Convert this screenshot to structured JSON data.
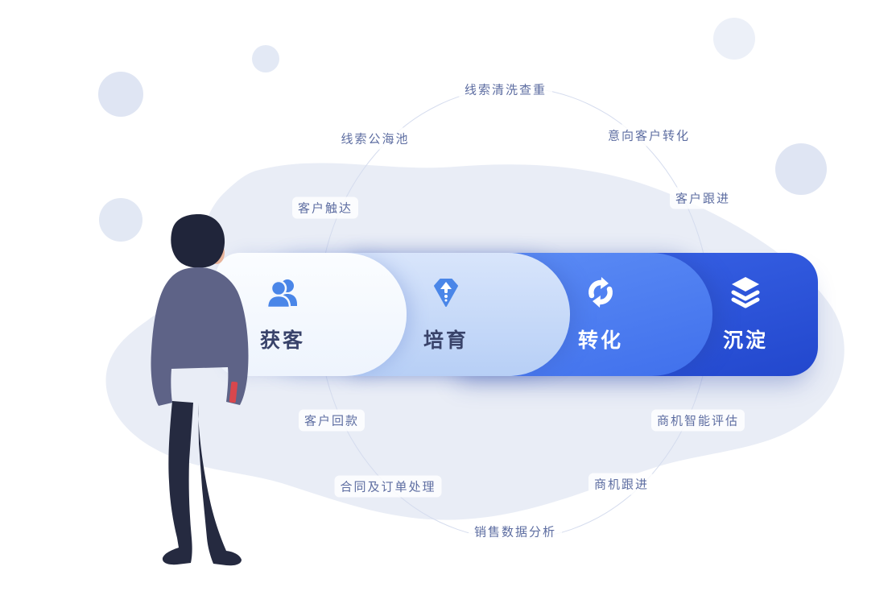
{
  "diagram": {
    "title_hint": "CRM customer lifecycle funnel",
    "stages": [
      {
        "label": "获客",
        "icon": "users-icon",
        "bg": "#f8fbff",
        "label_color": "#39436a",
        "icon_color": "#4a86e8"
      },
      {
        "label": "培育",
        "icon": "gem-arrow-icon",
        "bg": "#c5d9f8",
        "label_color": "#39436a",
        "icon_color": "#4a86e8"
      },
      {
        "label": "转化",
        "icon": "cycle-icon",
        "bg": "#4d7ef0",
        "label_color": "#ffffff",
        "icon_color": "#ffffff"
      },
      {
        "label": "沉淀",
        "icon": "layers-icon",
        "bg": "#2b55dd",
        "label_color": "#ffffff",
        "icon_color": "#ffffff"
      }
    ],
    "ring_labels": [
      "线索清洗查重",
      "意向客户转化",
      "客户跟进",
      "商机智能评估",
      "商机跟进",
      "销售数据分析",
      "合同及订单处理",
      "客户回款",
      "客户触达",
      "线索公海池"
    ],
    "colors": {
      "blob": "#e9edf6",
      "ring_line": "#d5dcee",
      "ring_text": "#5d6da1",
      "accent_blue": "#4a86e8",
      "dark_blue": "#2b55dd",
      "person_sweater": "#5e6387",
      "person_pants": "#252a40"
    }
  }
}
